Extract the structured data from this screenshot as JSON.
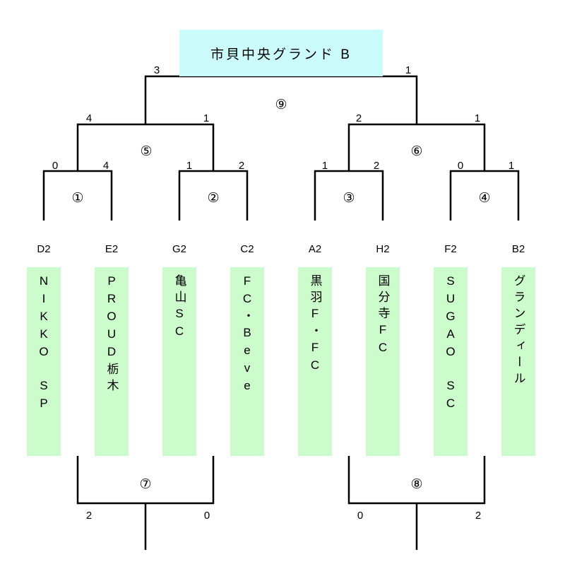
{
  "venue": "市貝中央グランド B",
  "slots": [
    "D2",
    "E2",
    "G2",
    "C2",
    "A2",
    "H2",
    "F2",
    "B2"
  ],
  "teams": [
    "NIKKO　SP",
    "PROUD栃木",
    "亀山SC",
    "FC・Beve",
    "黒羽F・FC",
    "国分寺FC",
    "SUGAO　SC",
    "グランディール"
  ],
  "matches": {
    "m1": {
      "label": "①",
      "score_left": "0",
      "score_right": "4"
    },
    "m2": {
      "label": "②",
      "score_left": "1",
      "score_right": "2"
    },
    "m3": {
      "label": "③",
      "score_left": "1",
      "score_right": "2"
    },
    "m4": {
      "label": "④",
      "score_left": "0",
      "score_right": "1"
    },
    "m5": {
      "label": "⑤",
      "score_left": "4",
      "score_right": "1"
    },
    "m6": {
      "label": "⑥",
      "score_left": "2",
      "score_right": "1"
    },
    "m7": {
      "label": "⑦",
      "score_left": "2",
      "score_right": "0"
    },
    "m8": {
      "label": "⑧",
      "score_left": "0",
      "score_right": "2"
    },
    "m9": {
      "label": "⑨",
      "score_left": "3",
      "score_right": "1"
    }
  }
}
